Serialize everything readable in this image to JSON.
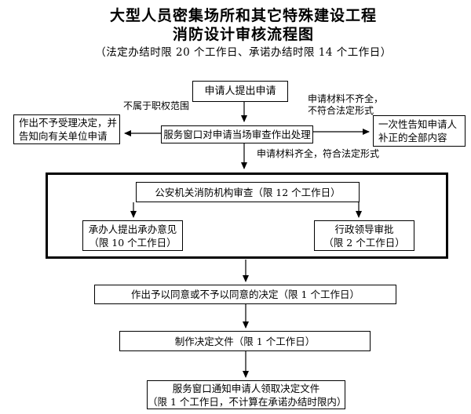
{
  "title": {
    "line1": "大型人员密集场所和其它特殊建设工程",
    "line2": "消防设计审核流程图",
    "line3": "（法定办结时限 20 个工作日、承诺办结时限 14 个工作日）"
  },
  "nodes": {
    "apply": {
      "label": "申请人提出申请"
    },
    "window_review": {
      "label": "服务窗口对申请当场审查作出处理"
    },
    "reject": {
      "label": "作出不予受理决定，并\n告知向有关单位申请"
    },
    "notify_correction": {
      "label": "一次性告知申请人\n补正的全部内容"
    },
    "fire_review": {
      "label": "公安机关消防机构审查（限 12 个工作日）"
    },
    "handler_opinion": {
      "label": "承办人提出承办意见\n（限 10 个工作日）"
    },
    "leader_approval": {
      "label": "行政领导审批\n（限 2 个工作日）"
    },
    "decision": {
      "label": "作出予以同意或不予以同意的决定（限 1 个工作日）"
    },
    "make_document": {
      "label": "制作决定文件（限 1 个工作日）"
    },
    "pickup_notice": {
      "label": "服务窗口通知申请人领取决定文件\n（限 1 个工作日，不计算在承诺办结时限内）"
    }
  },
  "edge_labels": {
    "not_in_scope": "不属于职权范围",
    "incomplete": "申请材料不齐全，\n不符合法定形式",
    "complete": "申请材料齐全，符合法定形式"
  },
  "colors": {
    "line": "#000000",
    "background": "#ffffff",
    "text": "#000000"
  }
}
